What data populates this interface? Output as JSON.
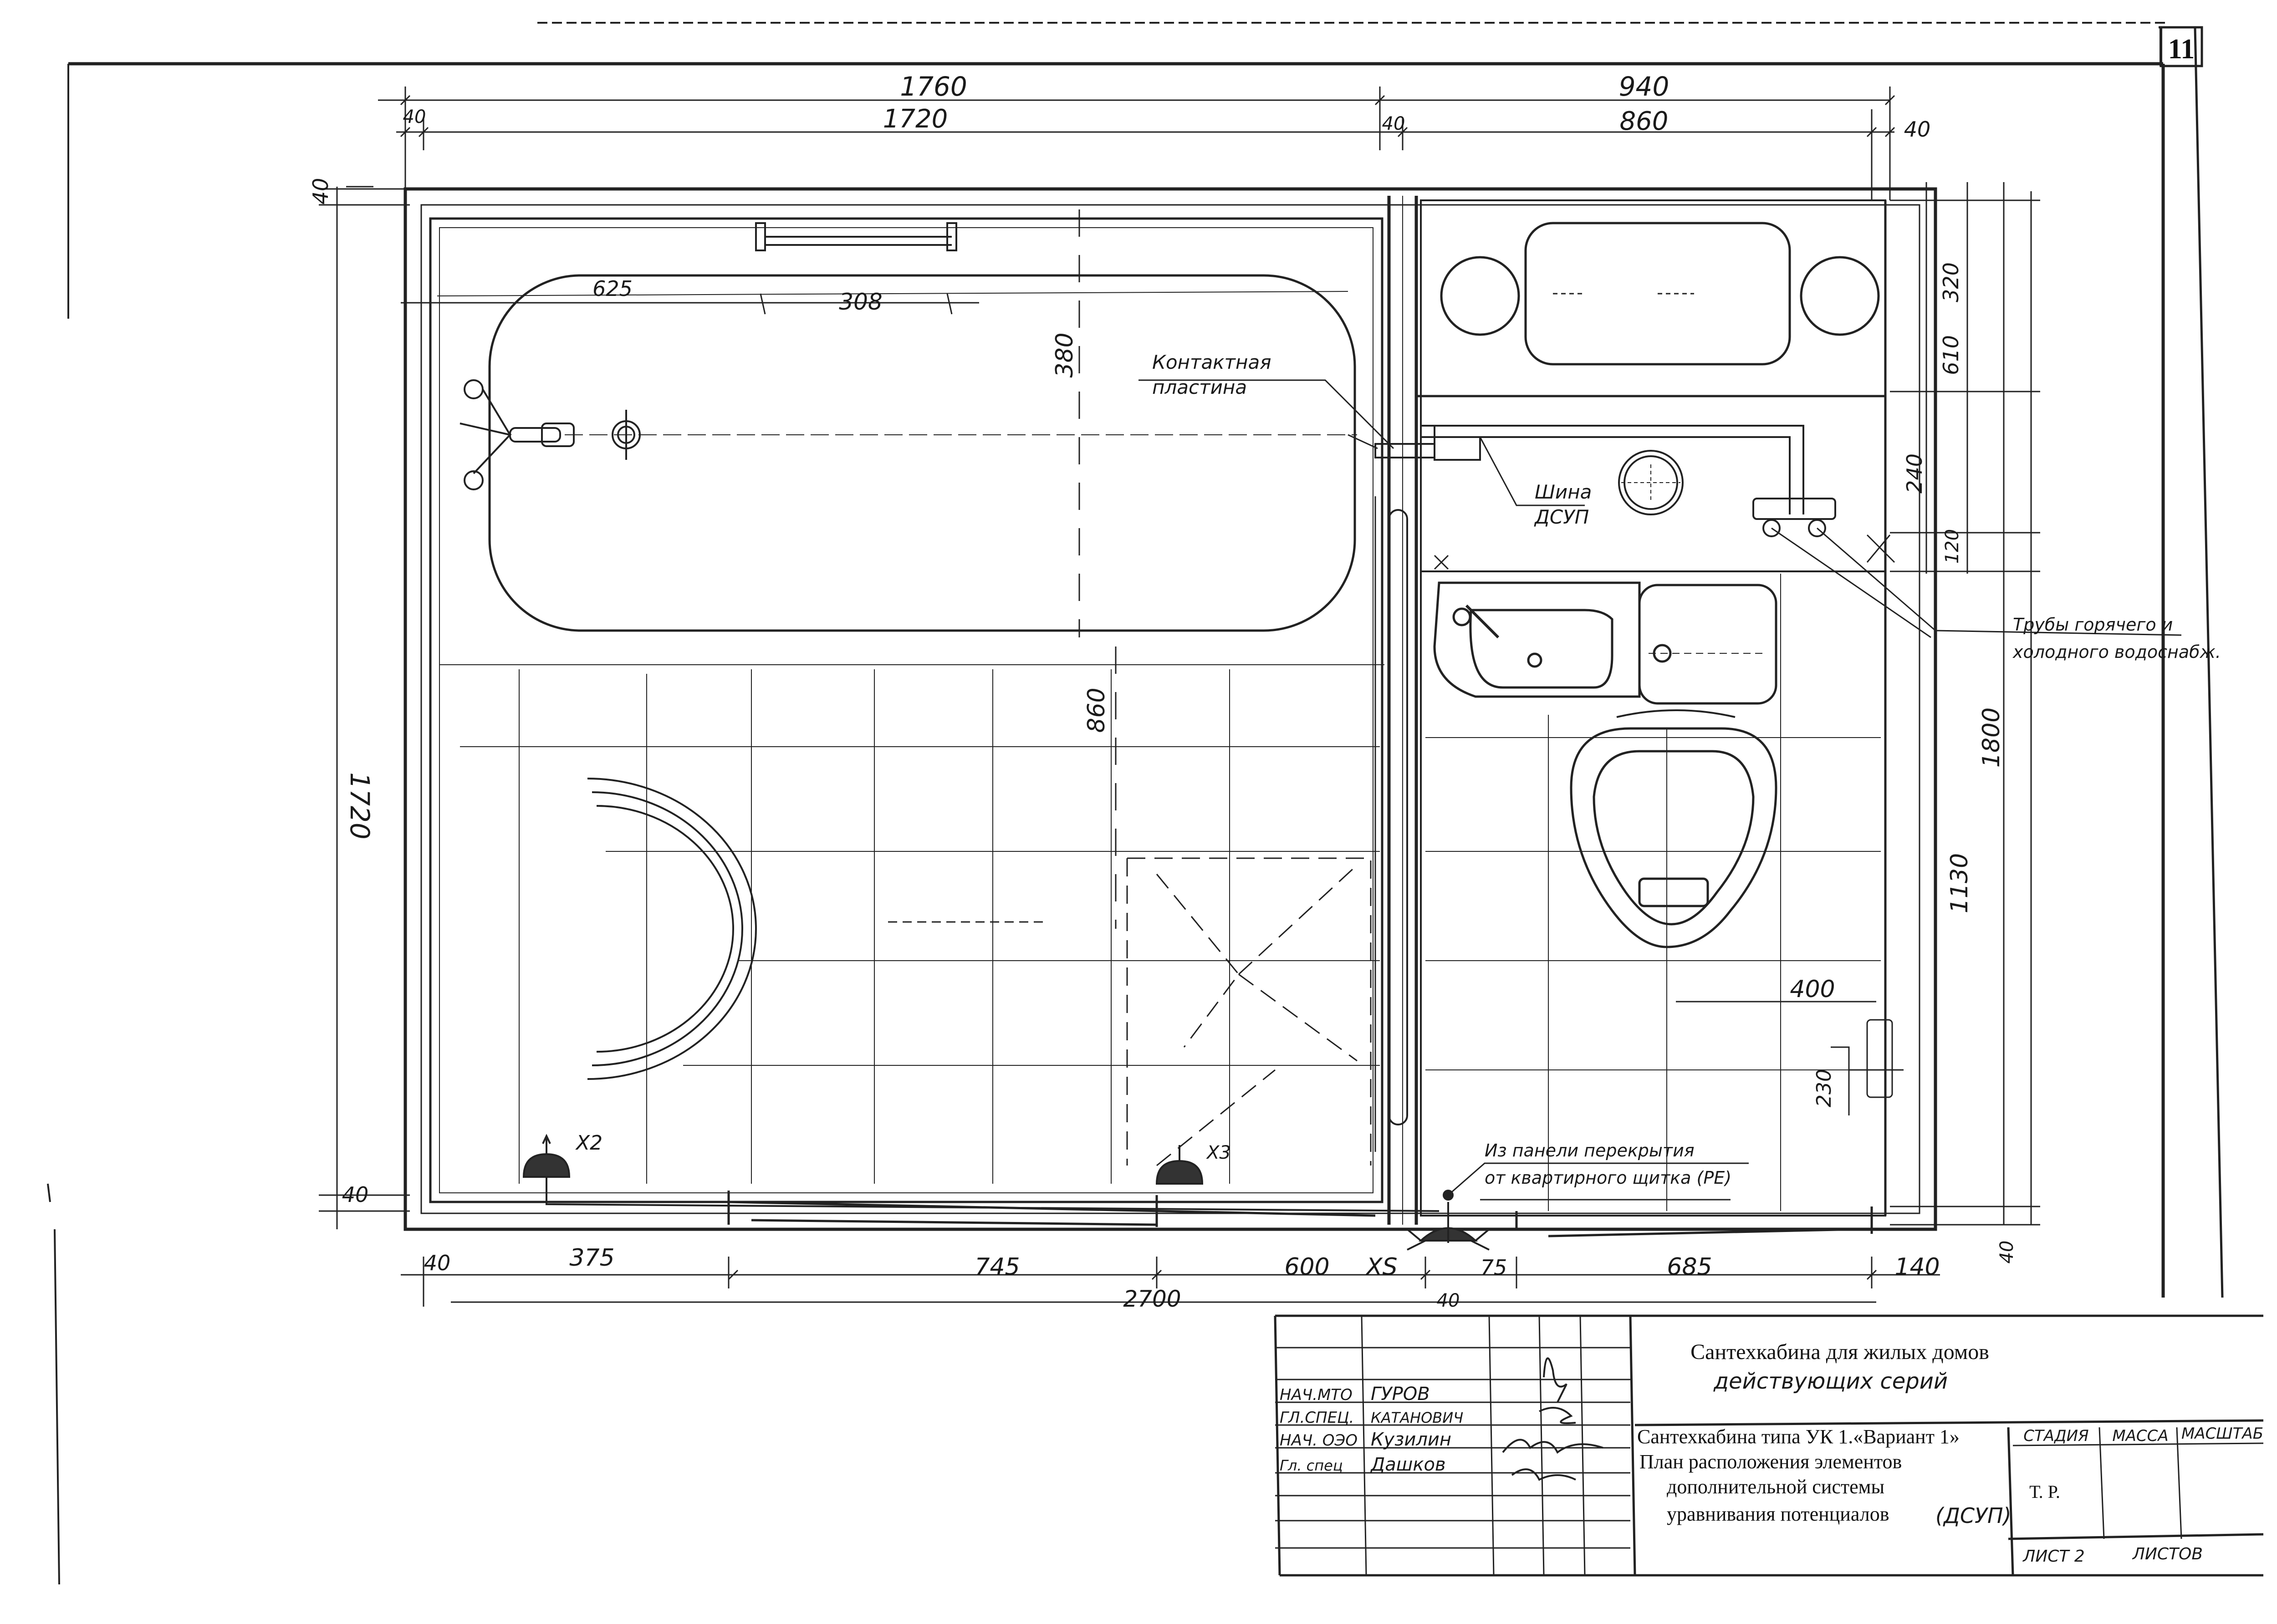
{
  "sheet_number": "11",
  "dimensions": {
    "top_row1": [
      "1760",
      "940"
    ],
    "top_row2": [
      "40",
      "1720",
      "40",
      "860",
      "40"
    ],
    "left": [
      "40",
      "1720",
      "40"
    ],
    "right": [
      "320",
      "610",
      "240",
      "120",
      "1800",
      "1130",
      "40"
    ],
    "bath_inner": [
      "625",
      "308",
      "380",
      "860"
    ],
    "bottom": [
      "40",
      "375",
      "745",
      "600",
      "75",
      "685",
      "140",
      "2700",
      "40"
    ],
    "wc_offsets": [
      "400",
      "230"
    ]
  },
  "labels": {
    "contact_plate": [
      "Контактная",
      "пластина"
    ],
    "bus": [
      "Шина",
      "ДСУП"
    ],
    "pipes": [
      "Трубы горячего и",
      "холодного водоснабж."
    ],
    "floor_panel": [
      "Из панели перекрытия",
      "от квартирного щитка (PE)"
    ],
    "x2": "X2",
    "x3": "X3",
    "xs": "XS"
  },
  "title_block": {
    "project_title_1": "Сантехкабина для жилых домов",
    "project_title_2": "действующих   серий",
    "drawing_title_1": "Сантехкабина типа УК 1.«Вариант 1»",
    "drawing_title_2": "План расположения элементов",
    "drawing_title_3": "дополнительной системы",
    "drawing_title_4": "уравнивания потенциалов",
    "drawing_title_abbr": "(ДСУП)",
    "roles": [
      "НАЧ.МТО",
      "ГЛ.СПЕЦ.",
      "НАЧ. ОЭО",
      "Гл. спец"
    ],
    "names": [
      "ГУРОВ",
      "КАТАНОВИЧ",
      "Кузилин",
      "Дашков"
    ],
    "stage_header": "СТАДИЯ",
    "mass_header": "МАССА",
    "scale_header": "МАСШТАБ",
    "stage_value": "Т. Р.",
    "sheet_label": "ЛИСТ 2",
    "sheets_label": "ЛИСТОВ"
  }
}
